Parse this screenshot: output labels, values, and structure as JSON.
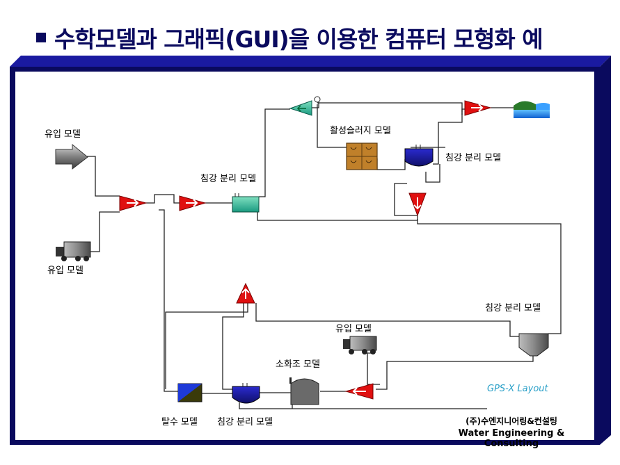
{
  "title": "수학모델과 그래픽(GUI)을 이용한 컴퓨터 모형화 예",
  "labels": {
    "influent_top": "유입 모델",
    "influent_bottom": "유입 모델",
    "influent_sludge": "유입 모델",
    "primary_settler": "침강 분리 모델",
    "activated_sludge": "활성슬러지 모델",
    "secondary_settler": "침강 분리 모델",
    "thickener": "침강 분리 모델",
    "digester": "소화조 모델",
    "dewatering": "탈수 모델",
    "bottom_settler": "침강 분리 모델"
  },
  "layout_tag": "GPS-X Layout",
  "company": {
    "korean": "(주)수엔지니어링&컨설팅",
    "english": "Water Engineering & Consulting"
  },
  "colors": {
    "frame_dark": "#0a0a5e",
    "frame_blue": "#1a1aa0",
    "pump_red": "#e01010",
    "line": "#222222"
  }
}
